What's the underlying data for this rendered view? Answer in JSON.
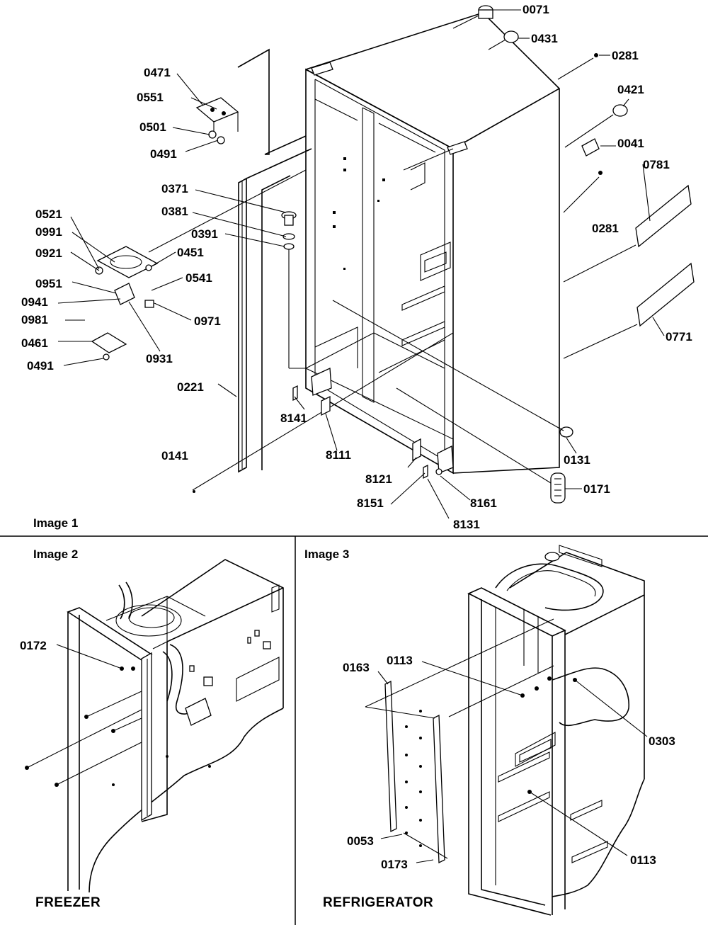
{
  "panels": {
    "image1": {
      "caption": "Image 1"
    },
    "image2": {
      "caption": "Image 2",
      "title": "FREEZER"
    },
    "image3": {
      "caption": "Image 3",
      "title": "REFRIGERATOR"
    }
  },
  "image1_callouts": [
    "0071",
    "0431",
    "0281",
    "0471",
    "0551",
    "0421",
    "0501",
    "0041",
    "0491",
    "0781",
    "0371",
    "0381",
    "0391",
    "0281",
    "0521",
    "0991",
    "0451",
    "0921",
    "0541",
    "0951",
    "0941",
    "0971",
    "0981",
    "0461",
    "0931",
    "0491",
    "0771",
    "0221",
    "8141",
    "8111",
    "0141",
    "0131",
    "8121",
    "0171",
    "8151",
    "8161",
    "8131"
  ],
  "image2_callouts": [
    "0172"
  ],
  "image3_callouts": [
    "0163",
    "0113",
    "0303",
    "0053",
    "0113",
    "0173"
  ]
}
